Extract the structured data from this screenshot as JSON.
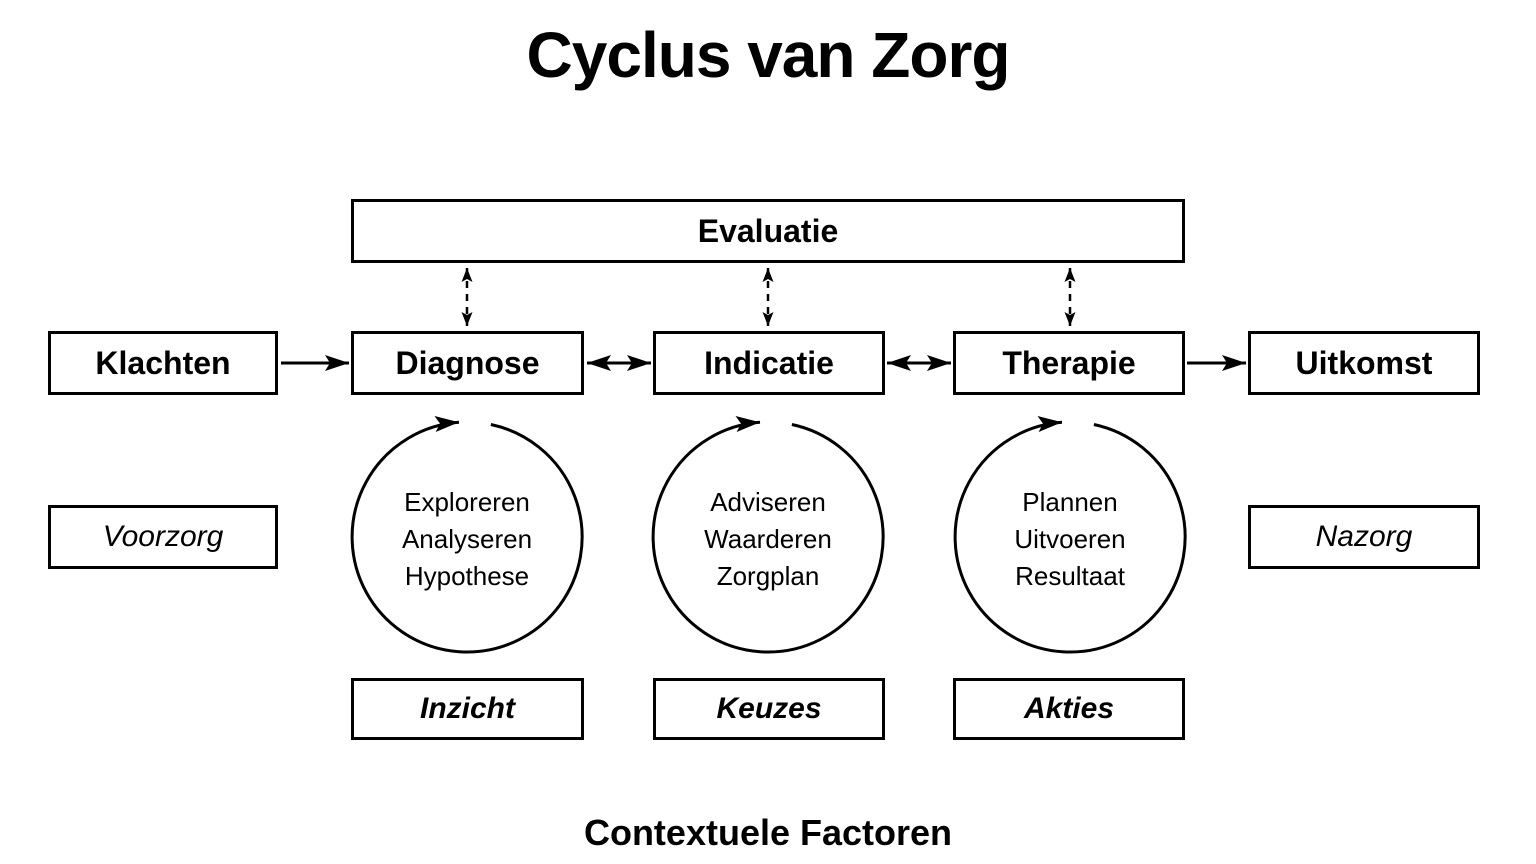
{
  "title": "Cyclus van Zorg",
  "evaluation_box": {
    "label": "Evaluatie"
  },
  "flow": {
    "boxes": [
      {
        "label": "Klachten"
      },
      {
        "label": "Diagnose"
      },
      {
        "label": "Indicatie"
      },
      {
        "label": "Therapie"
      },
      {
        "label": "Uitkomst"
      }
    ]
  },
  "cycles": [
    {
      "lines": [
        "Exploreren",
        "Analyseren",
        "Hypothese"
      ]
    },
    {
      "lines": [
        "Adviseren",
        "Waarderen",
        "Zorgplan"
      ]
    },
    {
      "lines": [
        "Plannen",
        "Uitvoeren",
        "Resultaat"
      ]
    }
  ],
  "side_boxes": {
    "left": "Voorzorg",
    "right": "Nazorg"
  },
  "result_boxes": [
    {
      "label": "Inzicht"
    },
    {
      "label": "Keuzes"
    },
    {
      "label": "Akties"
    }
  ],
  "footer": "Contextuele Factoren",
  "colors": {
    "ink": "#000000",
    "background": "#ffffff"
  }
}
